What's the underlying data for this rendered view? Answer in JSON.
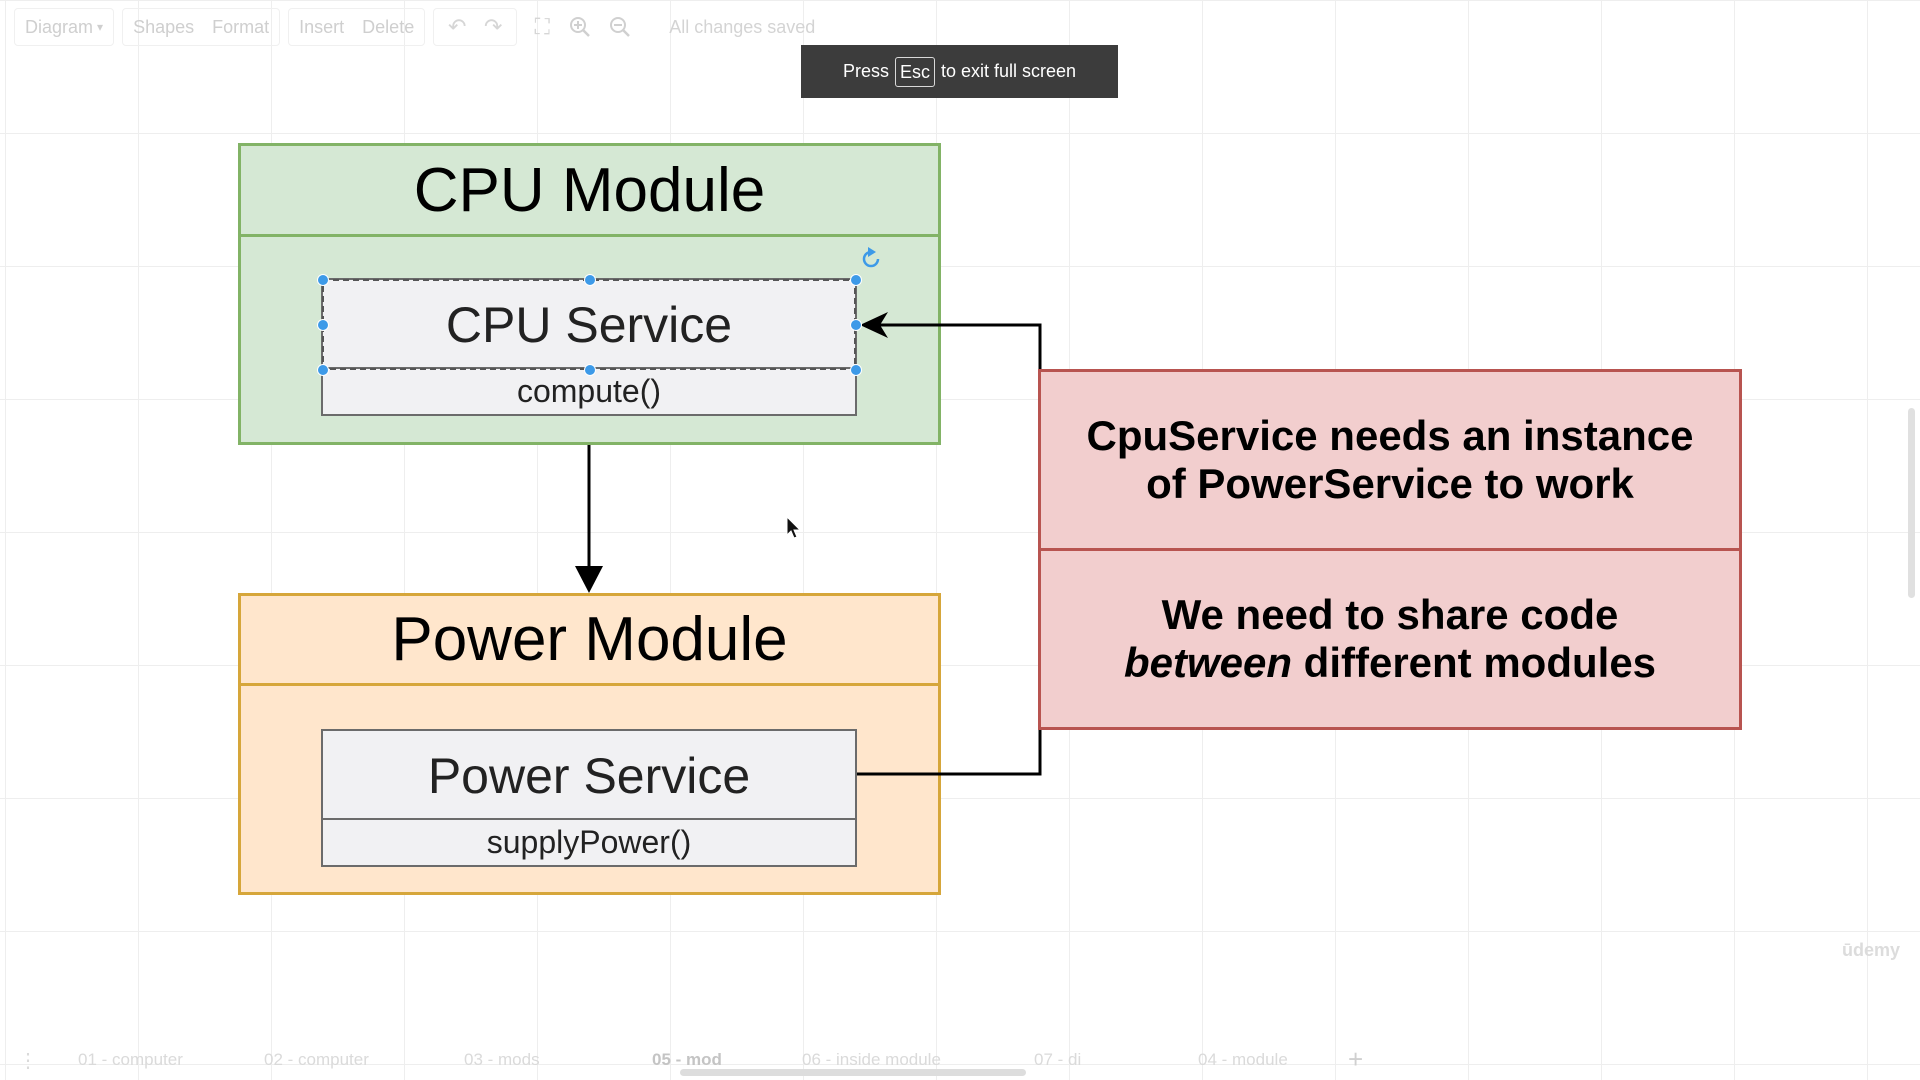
{
  "toolbar": {
    "diagram_menu": "Diagram",
    "shapes": "Shapes",
    "format": "Format",
    "insert": "Insert",
    "delete": "Delete",
    "status": "All changes saved",
    "icons": [
      "undo-icon",
      "redo-icon",
      "fullscreen-icon",
      "zoom-in-icon",
      "zoom-out-icon"
    ]
  },
  "fullscreen_notice": {
    "before": "Press",
    "key": "Esc",
    "after": "to exit full screen"
  },
  "cpu_module": {
    "title": "CPU Module",
    "fill": "#d5e8d4",
    "stroke": "#82b366",
    "service": {
      "name": "CPU Service",
      "method": "compute()",
      "selected": true
    }
  },
  "power_module": {
    "title": "Power Module",
    "fill": "#ffe6cc",
    "stroke": "#d6b656",
    "service": {
      "name": "Power Service",
      "method": "supplyPower()"
    }
  },
  "note": {
    "line1": "CpuService needs an instance",
    "line2": "of PowerService to work",
    "line3": "We need to share code",
    "line4_italic": "between",
    "line4_rest": "different modules",
    "fill": "#f8cecc",
    "stroke": "#b85450"
  },
  "watermark": "ūdemy",
  "page_tabs": [
    {
      "label": "01 - computer"
    },
    {
      "label": "02 - computer"
    },
    {
      "label": "03 - mods"
    },
    {
      "label": "05 - mod",
      "active": true
    },
    {
      "label": "06 - inside module"
    },
    {
      "label": "07 - di"
    },
    {
      "label": "04 - module"
    }
  ]
}
